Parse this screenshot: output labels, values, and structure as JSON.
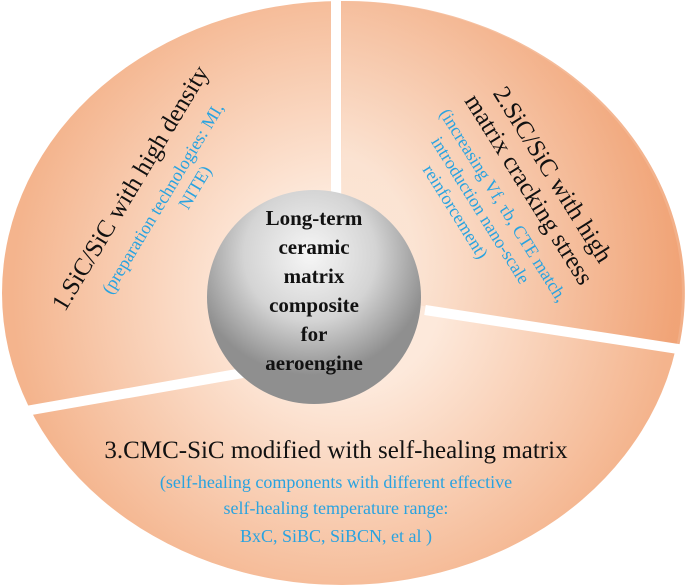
{
  "center": {
    "lines": [
      "Long-term",
      "ceramic",
      "matrix",
      "composite",
      "for",
      "aeroengine"
    ]
  },
  "segment1": {
    "title": "1.SiC/SiC with high density",
    "detail_lines": [
      "(preparation technologies: MI,",
      "NITE)"
    ]
  },
  "segment2": {
    "title_lines": [
      "2.SiC/SiC with high",
      "matrix cracking stress"
    ],
    "detail_lines": [
      "(increasing Vf,  τb, CTE match,",
      "introduction nano-scale",
      "reinforcement)"
    ]
  },
  "segment3": {
    "title": "3.CMC-SiC modified with self-healing matrix",
    "detail_lines": [
      "(self-healing components with different effective",
      "self-healing temperature  range:",
      "BxC, SiBC, SiBCN, et al )"
    ]
  },
  "colors": {
    "segment_light": "#fbe0cd",
    "segment_dark": "#f2ab7f",
    "divider": "#ffffff",
    "center_light": "#f4f4f4",
    "center_dark": "#8c8c8c",
    "detail_text": "#29a3e0",
    "title_text": "#111111"
  }
}
